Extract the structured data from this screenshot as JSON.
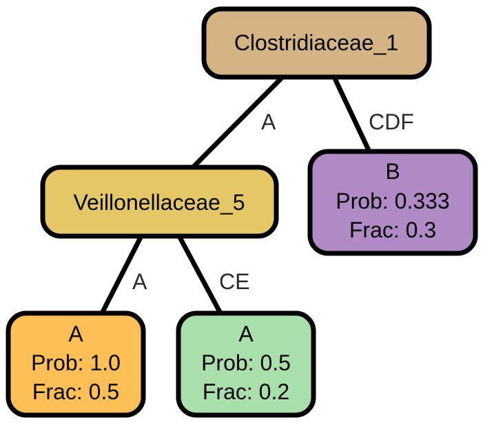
{
  "tree": {
    "root": {
      "label": "Clostridiaceae_1",
      "color": "#d4b484"
    },
    "internal": {
      "label": "Veillonellaceae_5",
      "color": "#e6c767"
    },
    "leaf_b": {
      "class": "B",
      "prob": "Prob: 0.333",
      "frac": "Frac: 0.3",
      "color": "#b08ac6"
    },
    "leaf_a1": {
      "class": "A",
      "prob": "Prob: 1.0",
      "frac": "Frac: 0.5",
      "color": "#fdbf56"
    },
    "leaf_a2": {
      "class": "A",
      "prob": "Prob: 0.5",
      "frac": "Frac: 0.2",
      "color": "#a9dfaa"
    },
    "edges": {
      "root_to_internal": "A",
      "root_to_leaf_b": "CDF",
      "internal_to_leaf_a1": "A",
      "internal_to_leaf_a2": "CE"
    },
    "edge_color": "#000000"
  }
}
